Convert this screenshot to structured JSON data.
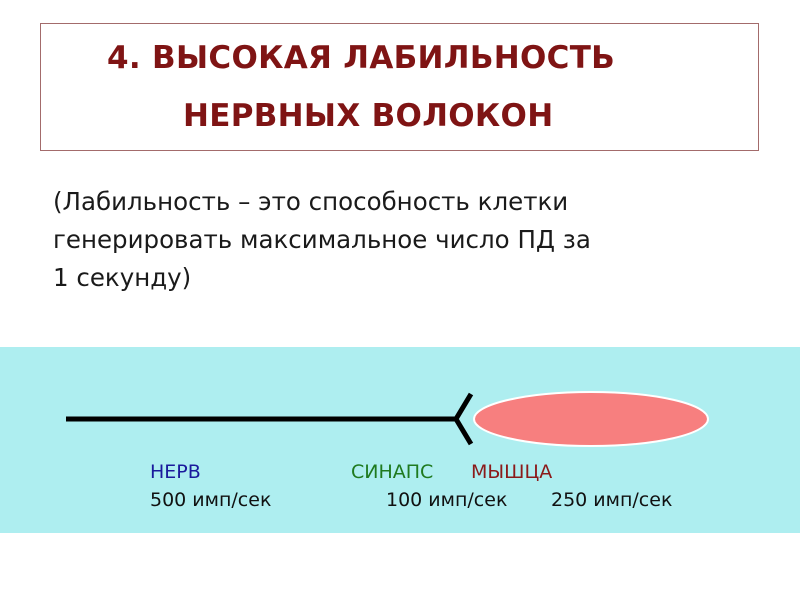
{
  "title": {
    "line1": "4.  ВЫСОКАЯ ЛАБИЛЬНОСТЬ",
    "line2": "НЕРВНЫХ ВОЛОКОН"
  },
  "definition": {
    "line1": "(Лабильность – это способность клетки",
    "line2": "генерировать максимальное число ПД за",
    "line3": "1 секунду)"
  },
  "diagram": {
    "nerve_label": "НЕРВ",
    "nerve_rate": "500 имп/сек",
    "synapse_label": "СИНАПС",
    "synapse_rate": "100 имп/сек",
    "muscle_label": "МЫШЦА",
    "muscle_rate": "250 имп/сек",
    "colors": {
      "band": "#aeeef0",
      "muscle_fill": "#f77f7f",
      "nerve_label": "#1a1a9c",
      "synapse_label": "#1f7a1f",
      "muscle_label": "#8b1a1a",
      "title": "#7f1414"
    }
  }
}
